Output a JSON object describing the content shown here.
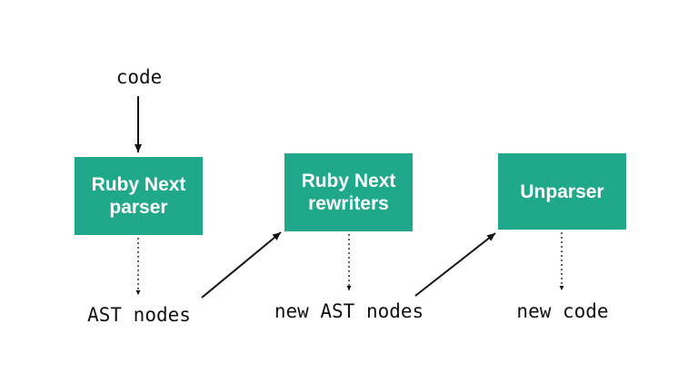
{
  "input_label": "code",
  "steps": [
    {
      "name": "Ruby Next\nparser",
      "output": "AST nodes"
    },
    {
      "name": "Ruby Next\nrewriters",
      "output": "new AST nodes"
    },
    {
      "name": "Unparser",
      "output": "new code"
    }
  ],
  "colors": {
    "box_fill": "#1fa88a",
    "box_text": "#ffffff",
    "arrow": "#111111"
  }
}
